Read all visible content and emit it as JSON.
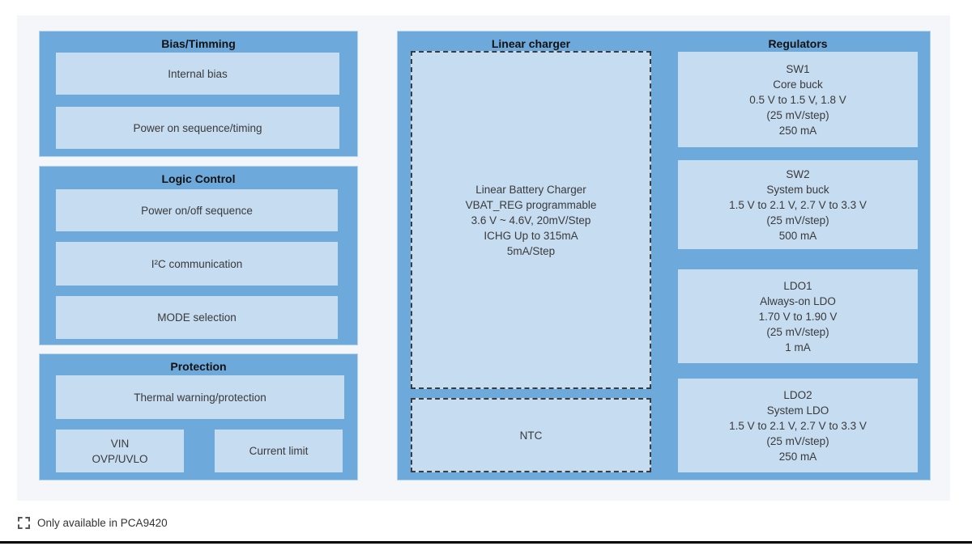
{
  "colors": {
    "group_blue": "#6ea9db",
    "block_light_blue": "#c6dcf1",
    "panel_background": "#f4f6f9",
    "dashed_border": "#3c3c3c",
    "bottom_rule": "#000000"
  },
  "groups": {
    "bias_timing": {
      "title": "Bias/Timming",
      "blocks": {
        "internal_bias": "Internal bias",
        "power_on_sequence": "Power on sequence/timing"
      }
    },
    "logic_control": {
      "title": "Logic Control",
      "blocks": {
        "power_onoff_sequence": "Power on/off sequence",
        "i2c_communication": "I²C communication",
        "mode_selection": "MODE selection"
      }
    },
    "protection": {
      "title": "Protection",
      "blocks": {
        "thermal": "Thermal warning/protection",
        "vin_ovp_uvlo": [
          "VIN",
          "OVP/UVLO"
        ],
        "current_limit": "Current limit"
      }
    },
    "linear_charger": {
      "title": "Linear charger",
      "charger_lines": [
        "Linear Battery Charger",
        "VBAT_REG programmable",
        "3.6 V ~ 4.6V, 20mV/Step",
        "ICHG Up to 315mA",
        "5mA/Step"
      ],
      "ntc": "NTC"
    },
    "regulators": {
      "title": "Regulators",
      "sw1": [
        "SW1",
        "Core buck",
        "0.5 V to 1.5 V, 1.8 V",
        "(25 mV/step)",
        "250 mA"
      ],
      "sw2": [
        "SW2",
        "System buck",
        "1.5 V to 2.1 V, 2.7 V to 3.3 V",
        "(25 mV/step)",
        "500 mA"
      ],
      "ldo1": [
        "LDO1",
        "Always-on LDO",
        "1.70 V to 1.90 V",
        "(25 mV/step)",
        "1 mA"
      ],
      "ldo2": [
        "LDO2",
        "System LDO",
        "1.5 V to 2.1 V, 2.7 V to 3.3 V",
        "(25 mV/step)",
        "250 mA"
      ]
    }
  },
  "legend": {
    "label": "Only available in PCA9420"
  }
}
